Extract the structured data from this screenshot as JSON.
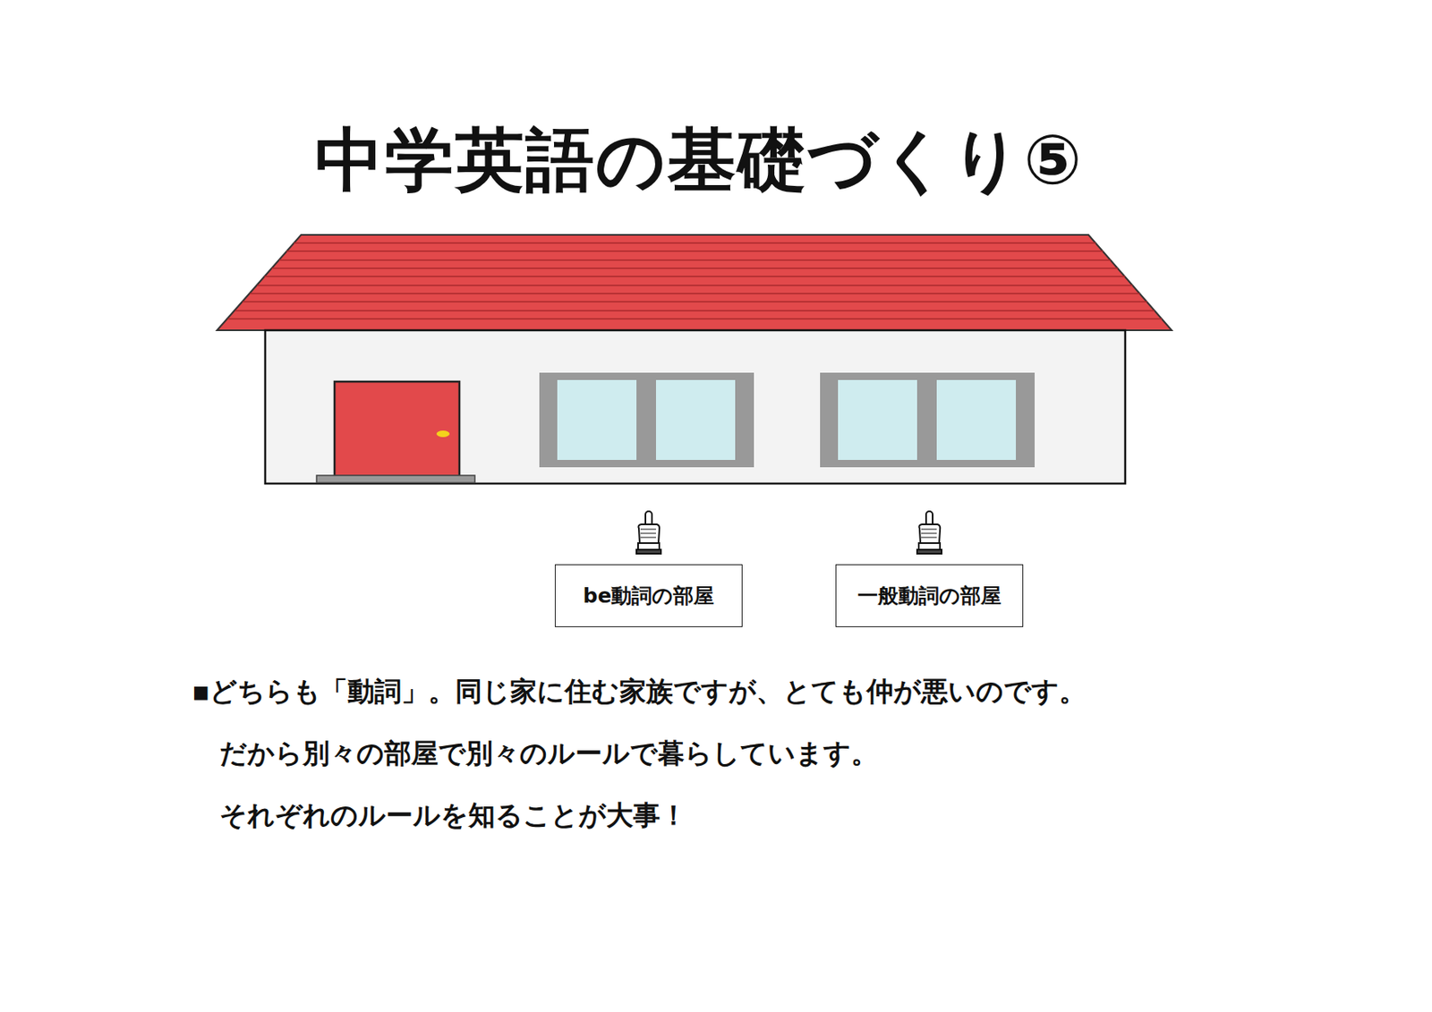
{
  "diagram": {
    "title": "中学英語の基礎づくり⑤",
    "nodes": [
      {
        "text": [
          "be動詞の部屋"
        ]
      },
      {
        "text": [
          "一般動詞の部屋"
        ]
      }
    ],
    "labels": [
      "▪どちらも「動詞」。同じ家に住む家族ですが、とても仲が悪いのです。",
      "だから別々の部屋で別々のルールで暮らしています。",
      "それぞれのルールを知ることが大事！"
    ]
  }
}
